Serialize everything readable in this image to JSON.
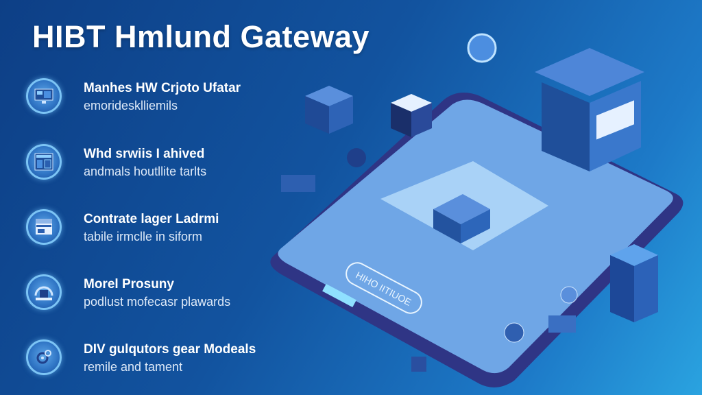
{
  "header": {
    "title": "HIBT Hmlund Gateway"
  },
  "features": [
    {
      "title": "Manhes HW Crjoto Ufatar",
      "subtitle": "emoridesklliemils",
      "icon": "monitor-icon"
    },
    {
      "title": "Whd srwiis I ahived",
      "subtitle": "andmals houtllite tarlts",
      "icon": "dashboard-icon"
    },
    {
      "title": "Contrate lager Ladrmi",
      "subtitle": "tabile irmclle in siform",
      "icon": "storefront-icon"
    },
    {
      "title": "Morel Prosuny",
      "subtitle": "podlust mofecasr plawards",
      "icon": "building-icon"
    },
    {
      "title": "DIV gulqutors gear Modeals",
      "subtitle": "remile and tament",
      "icon": "gears-icon"
    }
  ],
  "illustration": {
    "phone_label": "HIHO IITIUOE"
  },
  "colors": {
    "accent": "#7cc4f5",
    "background": "#12539f",
    "phone_edge": "#3a3f8f"
  }
}
